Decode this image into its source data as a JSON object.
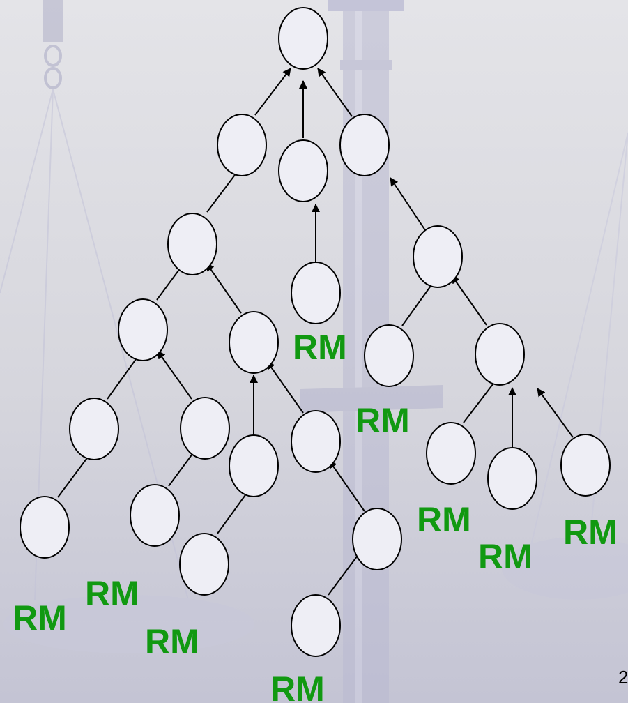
{
  "diagram": {
    "colors": {
      "node_fill": "#eeeef5",
      "node_stroke": "#000000",
      "arrow": "#000000",
      "label": "#119911",
      "background_art": "#b9b9d0"
    },
    "nodes": [
      {
        "id": "root"
      },
      {
        "id": "n1"
      },
      {
        "id": "n2"
      },
      {
        "id": "n3"
      },
      {
        "id": "n4"
      },
      {
        "id": "n5"
      },
      {
        "id": "n6"
      },
      {
        "id": "n7"
      },
      {
        "id": "n8"
      },
      {
        "id": "n9"
      },
      {
        "id": "n10"
      },
      {
        "id": "n11"
      },
      {
        "id": "n12"
      },
      {
        "id": "n13"
      },
      {
        "id": "n14"
      },
      {
        "id": "n15"
      },
      {
        "id": "n16"
      },
      {
        "id": "n17"
      },
      {
        "id": "n18"
      },
      {
        "id": "n19"
      },
      {
        "id": "n20"
      },
      {
        "id": "n21"
      },
      {
        "id": "n22"
      },
      {
        "id": "n23"
      }
    ],
    "edges": [
      {
        "from": "n1",
        "to": "root"
      },
      {
        "from": "n2",
        "to": "root"
      },
      {
        "from": "n3",
        "to": "root"
      },
      {
        "from": "n4",
        "to": "n1"
      },
      {
        "from": "n5",
        "to": "n2"
      },
      {
        "from": "n6",
        "to": "n3"
      },
      {
        "from": "n7",
        "to": "n4"
      },
      {
        "from": "n8",
        "to": "n4"
      },
      {
        "from": "n9",
        "to": "n6"
      },
      {
        "from": "n10",
        "to": "n6"
      },
      {
        "from": "n11",
        "to": "n7"
      },
      {
        "from": "n12",
        "to": "n7"
      },
      {
        "from": "n13",
        "to": "n8"
      },
      {
        "from": "n14",
        "to": "n8"
      },
      {
        "from": "n15",
        "to": "n10"
      },
      {
        "from": "n16",
        "to": "n10"
      },
      {
        "from": "n17",
        "to": "n10"
      },
      {
        "from": "n18",
        "to": "n11"
      },
      {
        "from": "n19",
        "to": "n12"
      },
      {
        "from": "n20",
        "to": "n13"
      },
      {
        "from": "n21",
        "to": "n14"
      },
      {
        "from": "n22",
        "to": "n21"
      },
      {
        "from": "n23",
        "to": "n22"
      }
    ],
    "labels": [
      {
        "id": "rm-1",
        "text": "RM"
      },
      {
        "id": "rm-2",
        "text": "RM"
      },
      {
        "id": "rm-3",
        "text": "RM"
      },
      {
        "id": "rm-4",
        "text": "RM"
      },
      {
        "id": "rm-5",
        "text": "RM"
      },
      {
        "id": "rm-6",
        "text": "RM"
      },
      {
        "id": "rm-7",
        "text": "RM"
      },
      {
        "id": "rm-8",
        "text": "RM"
      },
      {
        "id": "rm-9",
        "text": "RM"
      }
    ]
  },
  "footer": {
    "page_number": "2"
  }
}
